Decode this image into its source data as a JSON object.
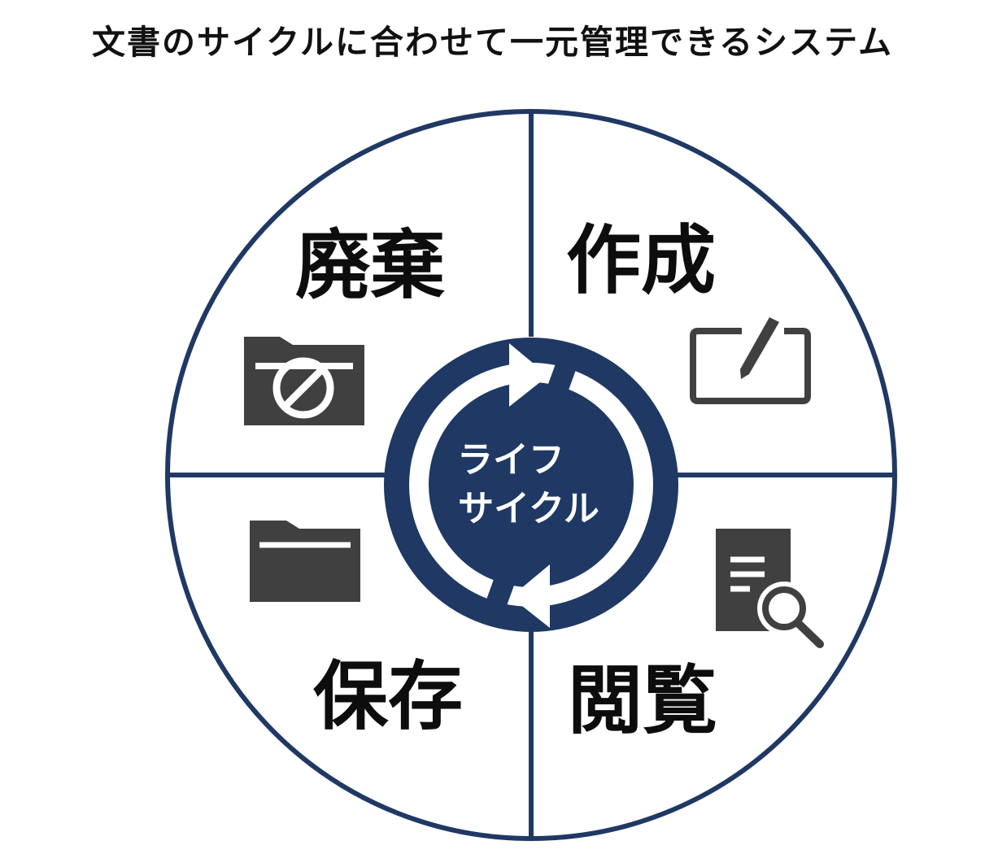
{
  "title": "文書のサイクルに合わせて一元管理できるシステム",
  "center": {
    "line1": "ライフ",
    "line2": "サイクル"
  },
  "quadrants": {
    "top_left": {
      "label": "廃棄",
      "icon": "folder-prohibited-icon"
    },
    "top_right": {
      "label": "作成",
      "icon": "pen-tablet-icon"
    },
    "bottom_left": {
      "label": "保存",
      "icon": "folder-icon"
    },
    "bottom_right": {
      "label": "閲覧",
      "icon": "document-search-icon"
    }
  },
  "colors": {
    "navy": "#1f3864",
    "icon_gray": "#404040",
    "text": "#111111",
    "background": "#ffffff"
  }
}
